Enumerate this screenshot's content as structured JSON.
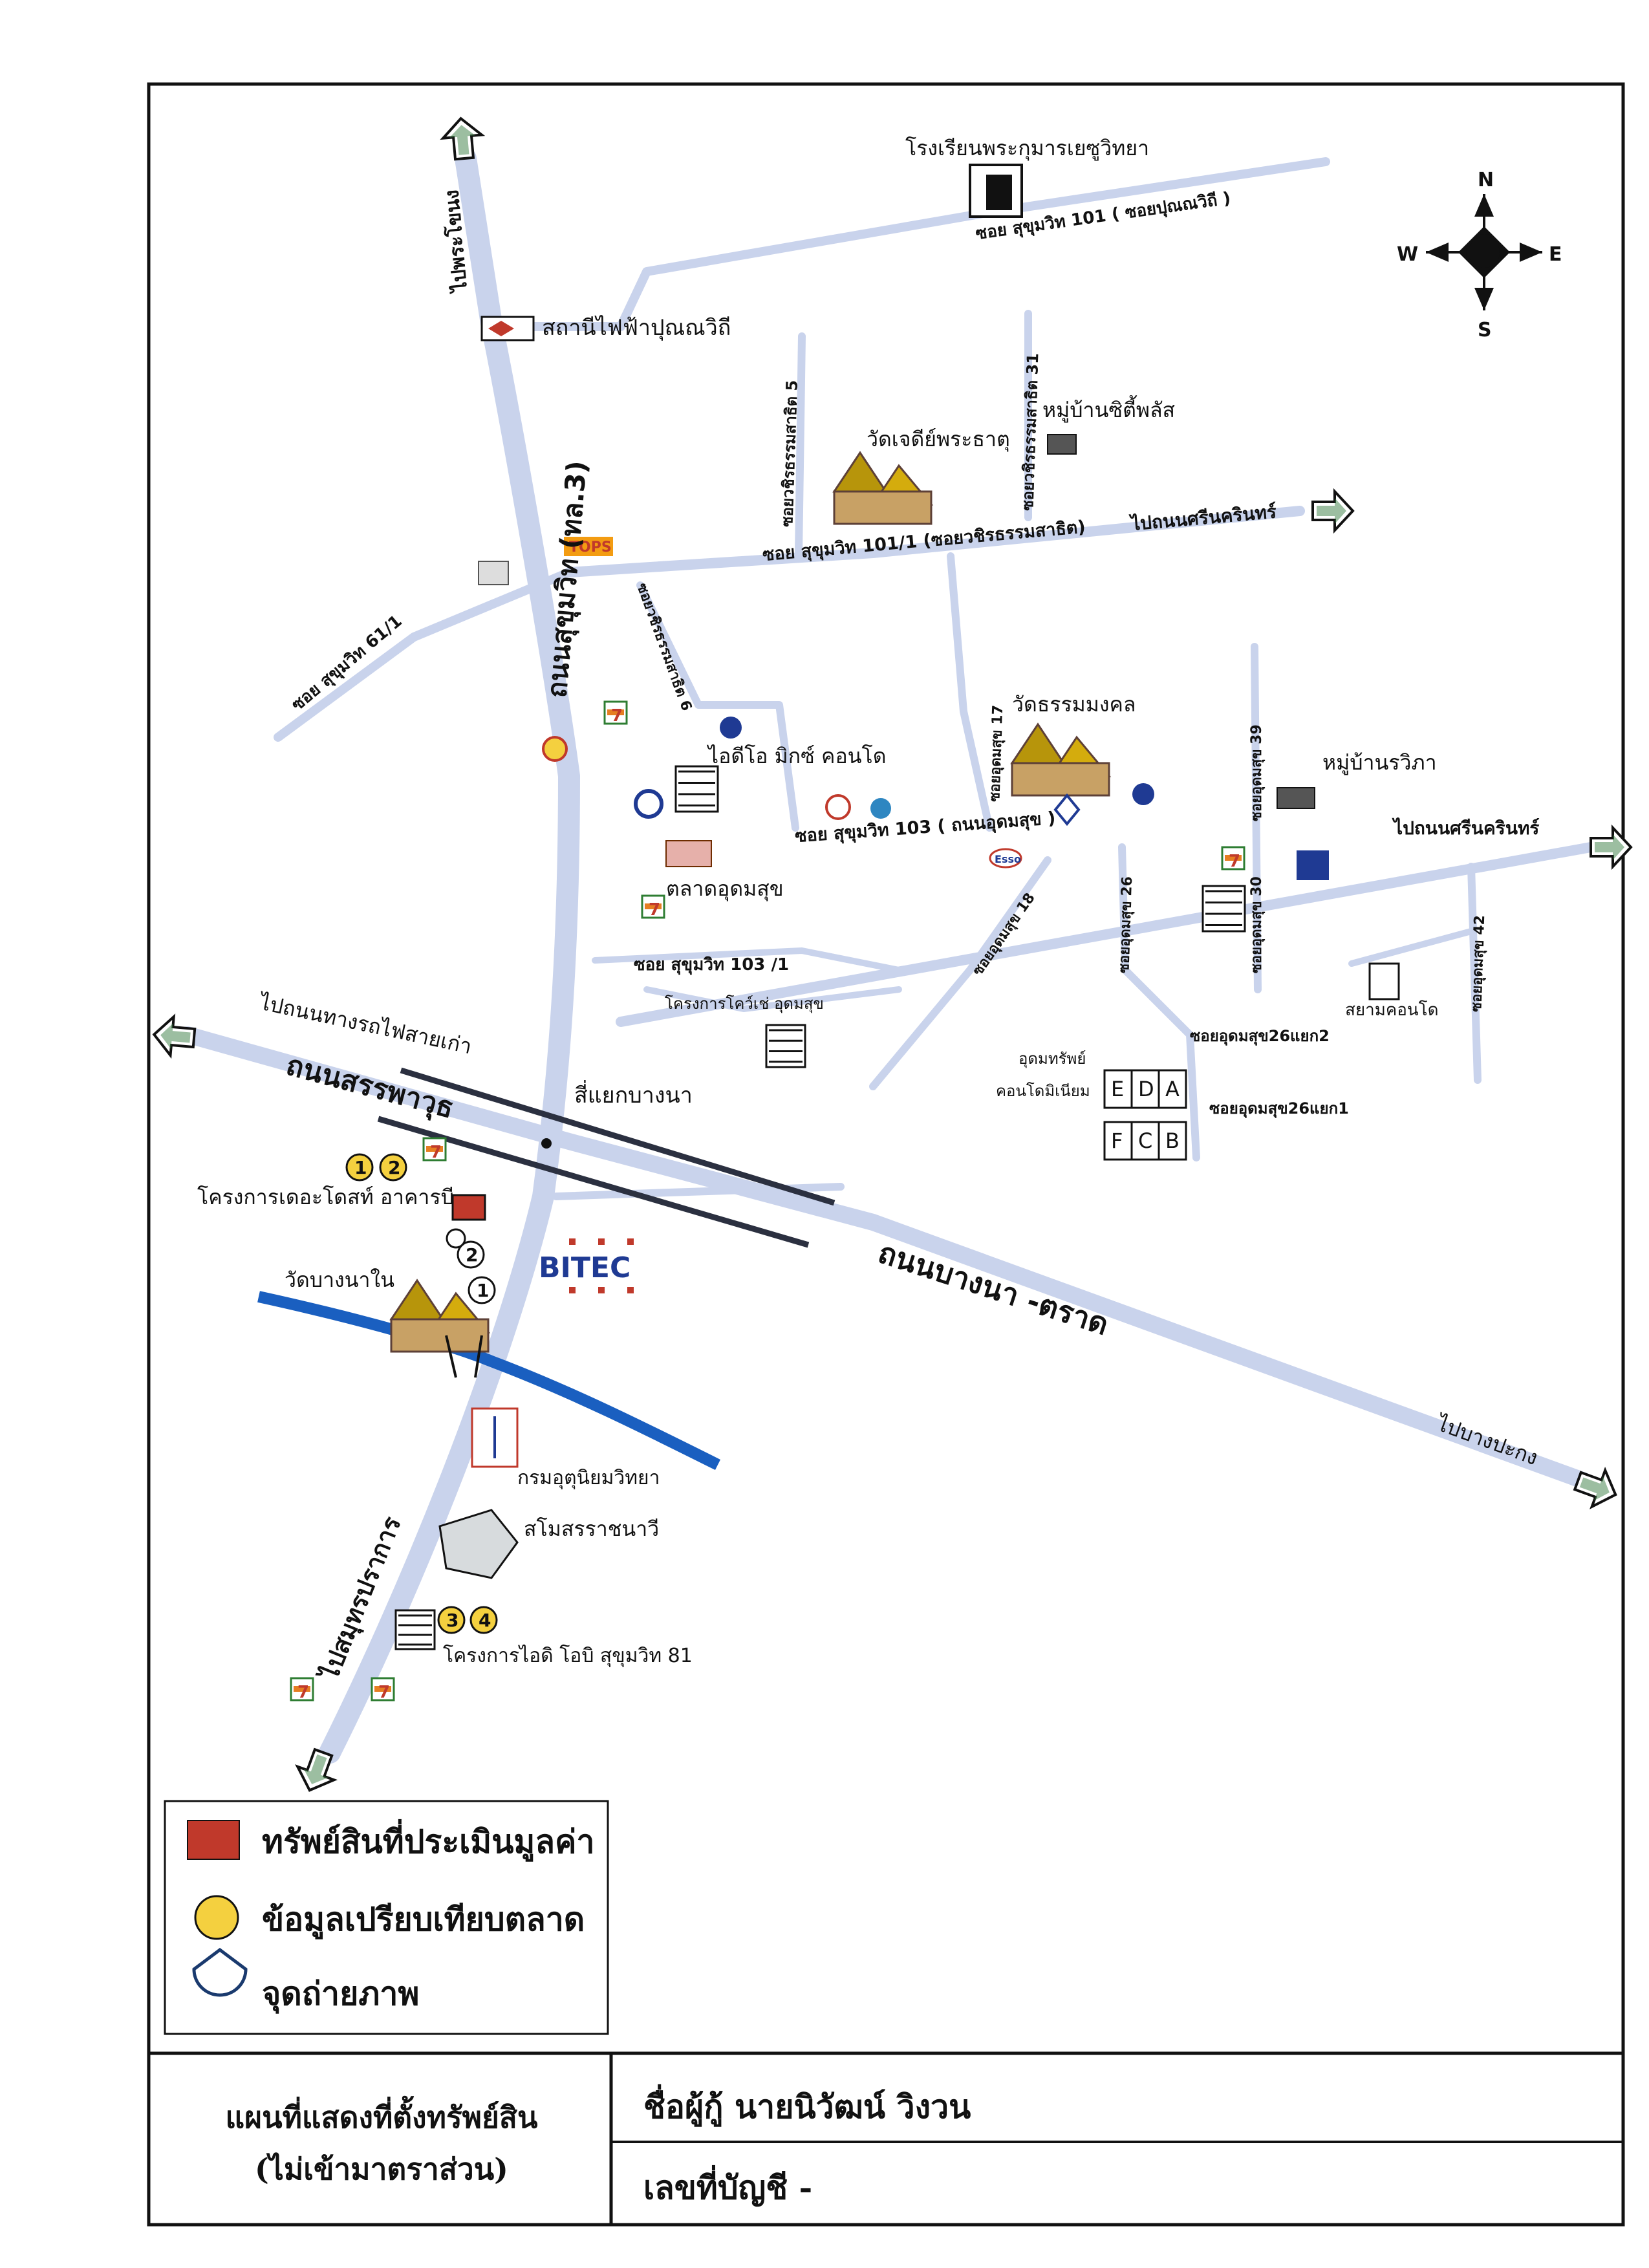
{
  "map": {
    "compass": {
      "n": "N",
      "s": "S",
      "e": "E",
      "w": "W"
    },
    "labels": {
      "school": "โรงเรียนพระกุมารเยซูวิทยา",
      "soi101": "ซอย สุขุมวิท 101 ( ซอยปุณณวิถี )",
      "bts": "สถานีไฟฟ้าปุณณวิถี",
      "to_prakanong": "ไปพระโขนง",
      "sukhumvit_road": "ถนนสุขุมวิท (ทล.3)",
      "soi_wachira5": "ซอยวชิรธรรมสาธิต 5",
      "soi_wachira31": "ซอยวชิรธรรมสาธิต 31",
      "wat_chedi": "วัดเจดีย์พระธาตุ",
      "citiplus": "หมู่บ้านซิตี้พลัส",
      "soi101_1": "ซอย สุขุมวิท 101/1 (ซอยวชิรธรรมสาธิต)",
      "to_srinakarin_1": "ไปถนนศรีนครินทร์",
      "tops": "TOPS",
      "soi61_1": "ซอย สุขุมวิท 61/1",
      "soi_wachira6": "ซอยวชิรธรรมสาธิต 6",
      "wat_dhamma": "วัดธรรมมงคล",
      "soi_udom17": "ซอยอุดมสุข 17",
      "soi39": "ซอยอุดมสุข 39",
      "viphaa": "หมู่บ้านรวิภา",
      "idio": "ไอดีโอ มิกซ์ คอนโด",
      "soi103": "ซอย สุขุมวิท 103 ( ถนนอุดมสุข )",
      "to_srinakarin_2": "ไปถนนศรีนครินทร์",
      "esso": "Esso",
      "market": "ตลาดอุดมสุข",
      "soi18": "ซอยอุดมสุข 18",
      "soi26": "ซอยอุดมสุข 26",
      "soi30": "ซอยอุดมสุข 30",
      "soi42": "ซอยอุดมสุข 42",
      "siam_condo": "สยามคอนโด",
      "soi103_1": "ซอย สุขุมวิท 103 /1",
      "project_udom": "โครงการโคว์เช่ อุดมสุข",
      "to_old_rail": "ไปถนนทางรถไฟสายเก่า",
      "sanphawut": "ถนนสรรพาวุธ",
      "bangna_intersect": "สี่แยกบางนา",
      "udom_condo_1": "อุดมทรัพย์",
      "udom_condo_2": "คอนโดมิเนียม",
      "soi26_2": "ซอยอุดมสุข26แยก2",
      "soi26_1": "ซอยอุดมสุข26แยก1",
      "project_rb": "โครงการเดอะโดสท์ อาคารบี",
      "bitec": "BITEC",
      "wat_bangna": "วัดบางนาใน",
      "bangna_trat": "ถนนบางนา -ตราด",
      "to_bangpakong": "ไปบางปะกง",
      "meteo": "กรมอุตุนิยมวิทยา",
      "navy_club": "สโมสรราชนาวี",
      "to_samutprakan": "ไปสมุทรปราการ",
      "project_ideo81": "โครงการไอดิ โอบิ สุขุมวิท 81",
      "blocks": [
        "E",
        "D",
        "A",
        "F",
        "C",
        "B"
      ],
      "circle_nums": [
        "1",
        "2",
        "3",
        "4"
      ],
      "photo_nums": [
        "1",
        "2"
      ],
      "seven": "7"
    },
    "legend": {
      "property": "ทรัพย์สินที่ประเมินมูลค่า",
      "market_data": "ข้อมูลเปรียบเทียบตลาด",
      "photo_point": "จุดถ่ายภาพ"
    },
    "footer": {
      "title_line1": "แผนที่แสดงที่ตั้งทรัพย์สิน",
      "title_line2": "(ไม่เข้ามาตราส่วน)",
      "borrower": "ชื่อผู้กู้   นายนิวัฒน์  วิงวน",
      "account": "เลขที่บัญชี   -"
    },
    "colors": {
      "road": "#c9d3ec",
      "river": "#1a5fc0",
      "elevated": "#2b3040",
      "subject": "#c0392b",
      "market_marker": "#f4d03f",
      "arrow_green": "#3a7d44"
    }
  }
}
